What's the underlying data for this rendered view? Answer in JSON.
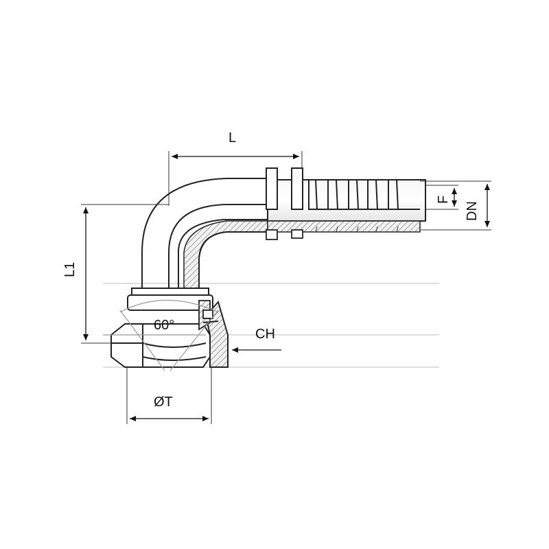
{
  "diagram": {
    "labels": {
      "L": "L",
      "L1": "L1",
      "F": "F",
      "DN": "DN",
      "CH": "CH",
      "T": "ØT",
      "angle": "60°"
    }
  }
}
